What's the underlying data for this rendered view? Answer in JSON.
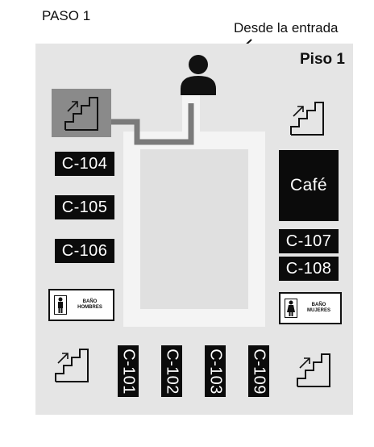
{
  "step_title": "PASO 1",
  "entry_label": "Desde la entrada",
  "floor_label": "Piso 1",
  "rooms": {
    "c104": "C-104",
    "c105": "C-105",
    "c106": "C-106",
    "cafe": "Café",
    "c107": "C-107",
    "c108": "C-108",
    "c101": "C-101",
    "c102": "C-102",
    "c103": "C-103",
    "c109": "C-109"
  },
  "restrooms": {
    "men": {
      "line1": "BAÑO",
      "line2": "HOMBRES"
    },
    "women": {
      "line1": "BAÑO",
      "line2": "MUJERES"
    }
  },
  "icons": [
    "person-icon",
    "stairs-icon",
    "man-icon",
    "woman-icon",
    "arrow-icon"
  ],
  "colors": {
    "floor": "#e5e5e5",
    "corridor": "#f4f4f4",
    "room": "#0b0b0b",
    "route": "#7a7a7a",
    "stair_highlight": "#8a8a8a"
  }
}
